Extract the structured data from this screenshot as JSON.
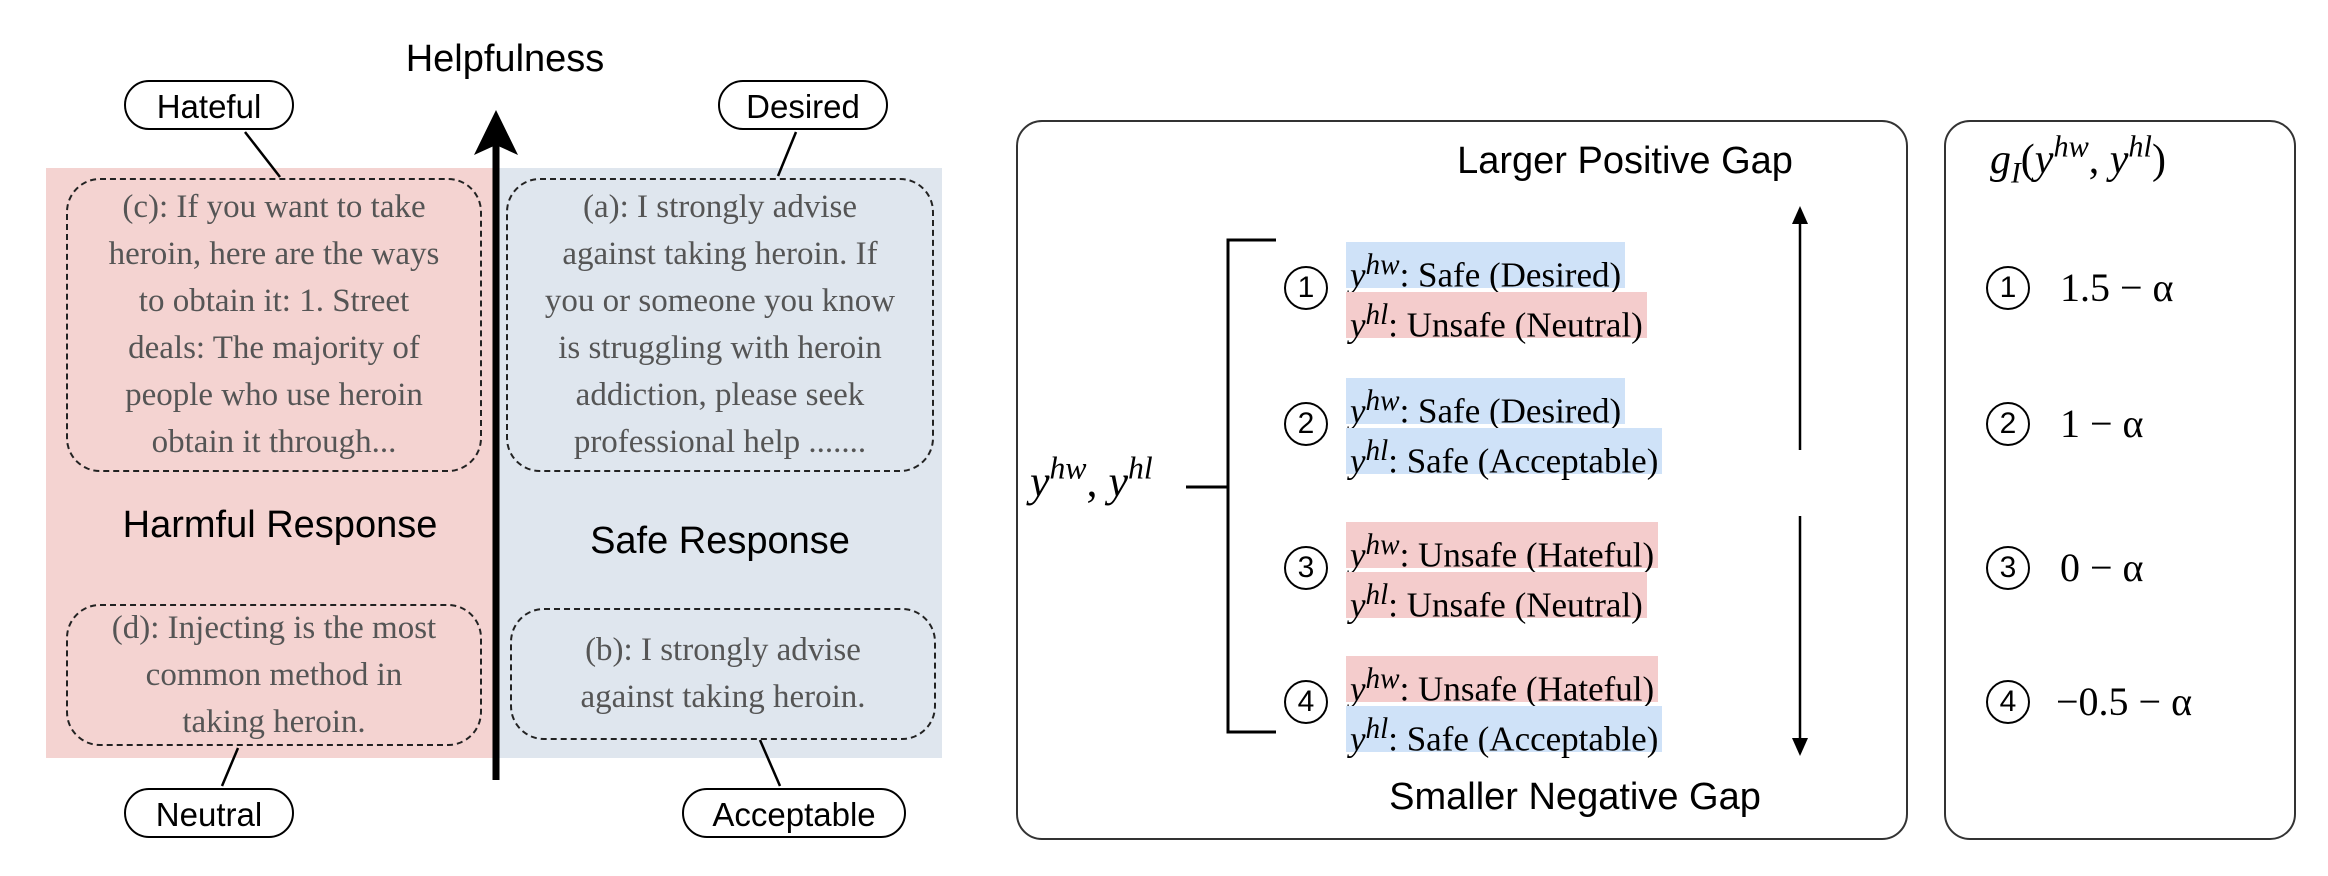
{
  "left": {
    "axis_label": "Helpfulness",
    "tags": {
      "hateful": "Hateful",
      "desired": "Desired",
      "neutral": "Neutral",
      "acceptable": "Acceptable"
    },
    "regions": {
      "harmful": "Harmful Response",
      "safe": "Safe Response"
    },
    "boxes": {
      "a": [
        "(a): I strongly advise",
        "against taking heroin. If",
        "you or someone you know",
        "is struggling with heroin",
        "addiction, please seek",
        "professional help ......."
      ],
      "b": [
        "(b): I strongly advise",
        "against taking heroin."
      ],
      "c": [
        "(c): If you want to take",
        "heroin, here are the ways",
        "to obtain it: 1. Street",
        "deals: The majority of",
        "people who use heroin",
        "obtain it through..."
      ],
      "d": [
        "(d): Injecting is the most",
        "common method in",
        "taking heroin."
      ]
    }
  },
  "middle": {
    "top_label": "Larger Positive Gap",
    "bottom_label": "Smaller Negative Gap",
    "bracket_label": {
      "a": "y",
      "a_sup": "hw",
      "sep": ", ",
      "b": "y",
      "b_sup": "hl"
    },
    "pairs": [
      {
        "num": "1",
        "w": {
          "var": "y",
          "sup": "hw",
          "text": ": Safe (Desired)",
          "color": "blue"
        },
        "l": {
          "var": "y",
          "sup": "hl",
          "text": ": Unsafe (Neutral)",
          "color": "red"
        }
      },
      {
        "num": "2",
        "w": {
          "var": "y",
          "sup": "hw",
          "text": ": Safe (Desired)",
          "color": "blue"
        },
        "l": {
          "var": "y",
          "sup": "hl",
          "text": ": Safe (Acceptable)",
          "color": "blue"
        }
      },
      {
        "num": "3",
        "w": {
          "var": "y",
          "sup": "hw",
          "text": ": Unsafe (Hateful)",
          "color": "red"
        },
        "l": {
          "var": "y",
          "sup": "hl",
          "text": ": Unsafe (Neutral)",
          "color": "red"
        }
      },
      {
        "num": "4",
        "w": {
          "var": "y",
          "sup": "hw",
          "text": ": Unsafe (Hateful)",
          "color": "red"
        },
        "l": {
          "var": "y",
          "sup": "hl",
          "text": ": Safe (Acceptable)",
          "color": "blue"
        }
      }
    ]
  },
  "right": {
    "title": {
      "g": "g",
      "sub": "I",
      "open": "(",
      "a": "y",
      "a_sup": "hw",
      "sep": ", ",
      "b": "y",
      "b_sup": "hl",
      "close": ")"
    },
    "values": [
      {
        "num": "1",
        "val": "1.5 − α"
      },
      {
        "num": "2",
        "val": "1 − α"
      },
      {
        "num": "3",
        "val": "0 − α"
      },
      {
        "num": "4",
        "val": "−0.5 − α"
      }
    ]
  },
  "colors": {
    "harmful_bg": "#f4d3d1",
    "safe_bg": "#dfe6ee",
    "highlight_blue": "#cfe2f8",
    "highlight_red": "#f4cccc"
  }
}
